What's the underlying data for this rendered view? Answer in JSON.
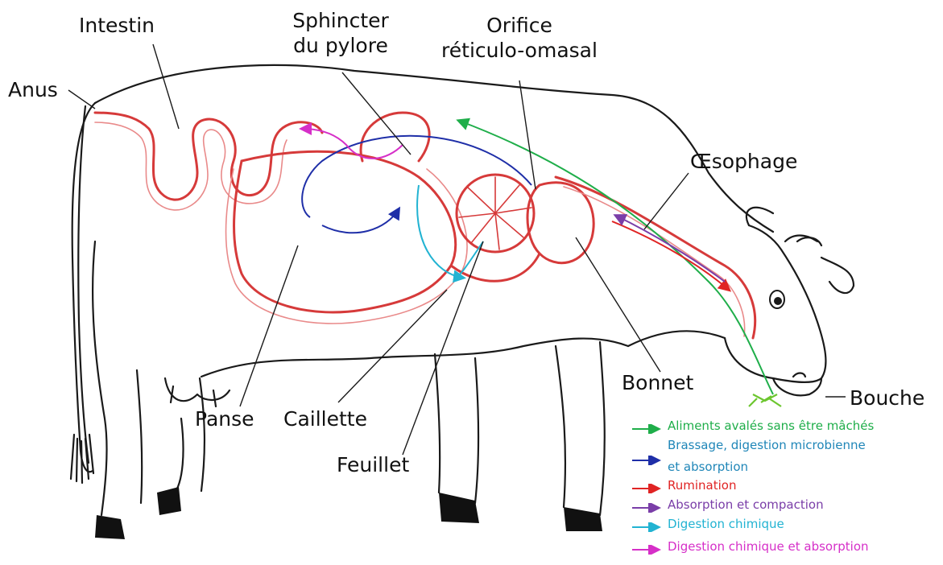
{
  "labels": {
    "intestin": "Intestin",
    "anus": "Anus",
    "sphincter_line1": "Sphincter",
    "sphincter_line2": "du pylore",
    "orifice_line1": "Orifice",
    "orifice_line2": "réticulo-omasal",
    "oesophage": "Œsophage",
    "bonnet": "Bonnet",
    "bouche": "Bouche",
    "panse": "Panse",
    "caillette": "Caillette",
    "feuillet": "Feuillet"
  },
  "legend": [
    {
      "text": "Aliments avalés sans être mâchés",
      "color": "#1fae4a"
    },
    {
      "text_line1": "Brassage, digestion microbienne",
      "text_line2": "et absorption",
      "color": "#1f2fa8",
      "text_color": "#1f86b8"
    },
    {
      "text": "Rumination",
      "color": "#e02424"
    },
    {
      "text": "Absorption  et compaction",
      "color": "#7a3ea8"
    },
    {
      "text": "Digestion chimique",
      "color": "#22b3d2"
    },
    {
      "text": "Digestion chimique et absorption",
      "color": "#d62fc8"
    }
  ],
  "colors": {
    "outline": "#1a1a1a",
    "organ": "#d63a3a",
    "organ_light": "#e98a8a",
    "hoof": "#111111"
  }
}
